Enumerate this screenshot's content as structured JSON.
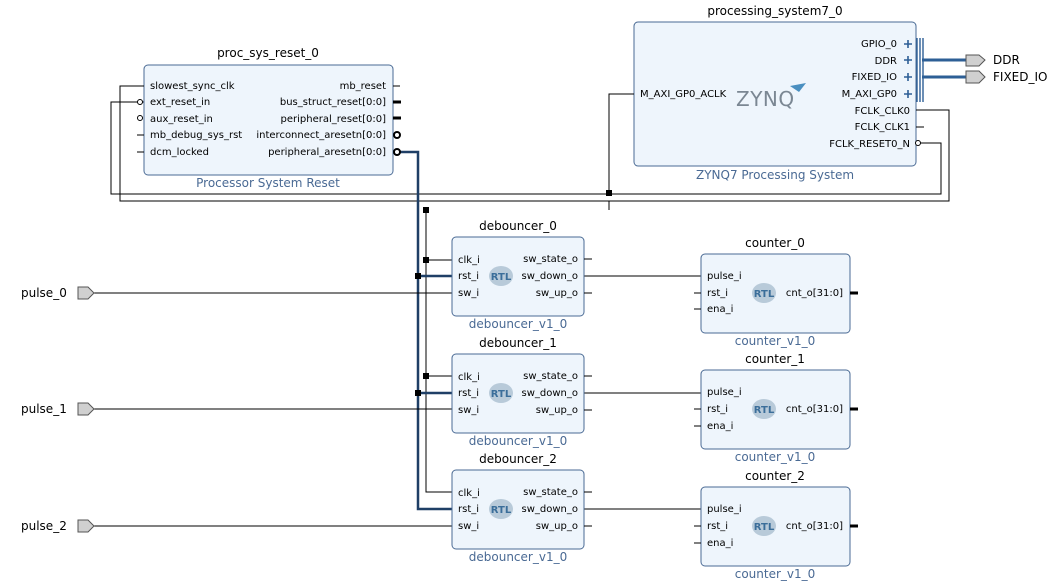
{
  "proc_sys_reset": {
    "title": "proc_sys_reset_0",
    "subtitle": "Processor System Reset",
    "inputs": [
      "slowest_sync_clk",
      "ext_reset_in",
      "aux_reset_in",
      "mb_debug_sys_rst",
      "dcm_locked"
    ],
    "outputs": [
      "mb_reset",
      "bus_struct_reset[0:0]",
      "peripheral_reset[0:0]",
      "interconnect_aresetn[0:0]",
      "peripheral_aresetn[0:0]"
    ]
  },
  "processing_system": {
    "title": "processing_system7_0",
    "subtitle": "ZYNQ7 Processing System",
    "logo": "ZYNQ",
    "inputs": [
      "M_AXI_GP0_ACLK"
    ],
    "outputs": [
      "GPIO_0",
      "DDR",
      "FIXED_IO",
      "M_AXI_GP0",
      "FCLK_CLK0",
      "FCLK_CLK1",
      "FCLK_RESET0_N"
    ]
  },
  "debouncers": [
    {
      "title": "debouncer_0",
      "subtitle": "debouncer_v1_0",
      "inputs": [
        "clk_i",
        "rst_i",
        "sw_i"
      ],
      "outputs": [
        "sw_state_o",
        "sw_down_o",
        "sw_up_o"
      ],
      "badge": "RTL"
    },
    {
      "title": "debouncer_1",
      "subtitle": "debouncer_v1_0",
      "inputs": [
        "clk_i",
        "rst_i",
        "sw_i"
      ],
      "outputs": [
        "sw_state_o",
        "sw_down_o",
        "sw_up_o"
      ],
      "badge": "RTL"
    },
    {
      "title": "debouncer_2",
      "subtitle": "debouncer_v1_0",
      "inputs": [
        "clk_i",
        "rst_i",
        "sw_i"
      ],
      "outputs": [
        "sw_state_o",
        "sw_down_o",
        "sw_up_o"
      ],
      "badge": "RTL"
    }
  ],
  "counters": [
    {
      "title": "counter_0",
      "subtitle": "counter_v1_0",
      "inputs": [
        "pulse_i",
        "rst_i",
        "ena_i"
      ],
      "output": "cnt_o[31:0]",
      "badge": "RTL"
    },
    {
      "title": "counter_1",
      "subtitle": "counter_v1_0",
      "inputs": [
        "pulse_i",
        "rst_i",
        "ena_i"
      ],
      "output": "cnt_o[31:0]",
      "badge": "RTL"
    },
    {
      "title": "counter_2",
      "subtitle": "counter_v1_0",
      "inputs": [
        "pulse_i",
        "rst_i",
        "ena_i"
      ],
      "output": "cnt_o[31:0]",
      "badge": "RTL"
    }
  ],
  "external_ports": {
    "inputs": [
      "pulse_0",
      "pulse_1",
      "pulse_2"
    ],
    "outputs": [
      "DDR",
      "FIXED_IO"
    ]
  }
}
